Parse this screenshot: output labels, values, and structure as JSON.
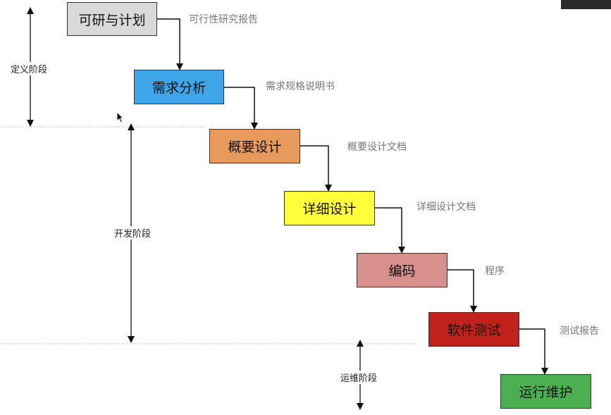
{
  "steps": [
    {
      "label": "可研与计划",
      "doc": "可行性研究报告",
      "color": "#d9d9d9"
    },
    {
      "label": "需求分析",
      "doc": "需求规格说明书",
      "color": "#3ea6e8"
    },
    {
      "label": "概要设计",
      "doc": "概要设计文档",
      "color": "#e89a5c"
    },
    {
      "label": "详细设计",
      "doc": "详细设计文档",
      "color": "#ffff3a"
    },
    {
      "label": "编码",
      "doc": "程序",
      "color": "#d7908c"
    },
    {
      "label": "软件测试",
      "doc": "测试报告",
      "color": "#c0211b"
    },
    {
      "label": "运行维护",
      "doc": "",
      "color": "#4caf50"
    }
  ],
  "phases": {
    "define": "定义阶段",
    "develop": "开发阶段",
    "maintain": "运维阶段"
  }
}
